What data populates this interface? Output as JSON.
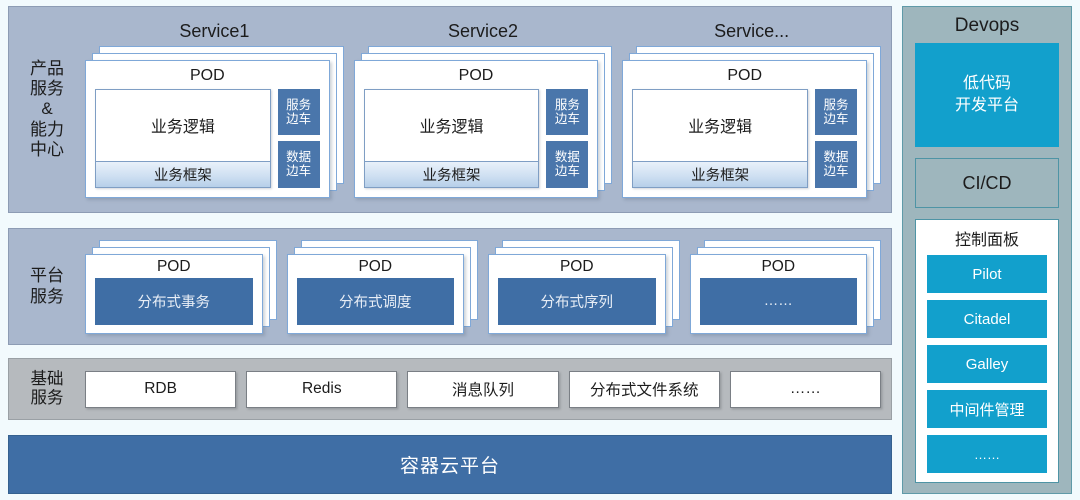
{
  "diagram": {
    "rows": {
      "products": {
        "label_lines": [
          "产品",
          "服务",
          "&",
          "能力",
          "中心"
        ],
        "services": [
          {
            "title": "Service1",
            "pod_title": "POD",
            "business_logic": "业务逻辑",
            "business_framework": "业务框架",
            "sidecars": [
              {
                "lines": [
                  "服务",
                  "边车"
                ]
              },
              {
                "lines": [
                  "数据",
                  "边车"
                ]
              }
            ]
          },
          {
            "title": "Service2",
            "pod_title": "POD",
            "business_logic": "业务逻辑",
            "business_framework": "业务框架",
            "sidecars": [
              {
                "lines": [
                  "服务",
                  "边车"
                ]
              },
              {
                "lines": [
                  "数据",
                  "边车"
                ]
              }
            ]
          },
          {
            "title": "Service...",
            "pod_title": "POD",
            "business_logic": "业务逻辑",
            "business_framework": "业务框架",
            "sidecars": [
              {
                "lines": [
                  "服务",
                  "边车"
                ]
              },
              {
                "lines": [
                  "数据",
                  "边车"
                ]
              }
            ]
          }
        ]
      },
      "platform": {
        "label_lines": [
          "平台",
          "服务"
        ],
        "pods": [
          {
            "pod_title": "POD",
            "name": "分布式事务"
          },
          {
            "pod_title": "POD",
            "name": "分布式调度"
          },
          {
            "pod_title": "POD",
            "name": "分布式序列"
          },
          {
            "pod_title": "POD",
            "name": "……"
          }
        ]
      },
      "basic": {
        "label_lines": [
          "基础",
          "服务"
        ],
        "items": [
          "RDB",
          "Redis",
          "消息队列",
          "分布式文件系统",
          "……"
        ]
      },
      "container": {
        "label": "容器云平台"
      }
    },
    "devops": {
      "title": "Devops",
      "lowcode_lines": [
        "低代码",
        "开发平台"
      ],
      "cicd_label": "CI/CD",
      "control_panel": {
        "title": "控制面板",
        "items": [
          "Pilot",
          "Citadel",
          "Galley",
          "中间件管理",
          "……"
        ]
      }
    },
    "colors": {
      "page_bg": "#f2fafd",
      "band_blue": "#a9b7cd",
      "band_gray": "#b6babe",
      "steel_blue": "#3f6ea5",
      "sidecar_blue": "#4a76ab",
      "devops_bg": "#9eb6bd",
      "cyan": "#12a0cc",
      "border_blue": "#7fa8d8",
      "teal_border": "#4e94a5"
    }
  }
}
